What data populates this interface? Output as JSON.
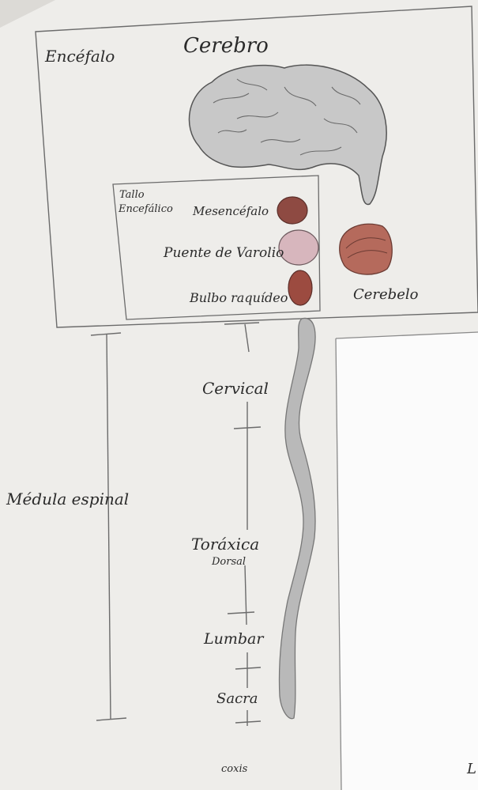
{
  "labels": {
    "encefalo": "Encéfalo",
    "cerebro": "Cerebro",
    "tallo_line1": "Tallo",
    "tallo_line2": "Encefálico",
    "mesencefalo": "Mesencéfalo",
    "puente": "Puente de Varolio",
    "bulbo": "Bulbo raquídeo",
    "cerebelo": "Cerebelo",
    "medula": "Médula espinal",
    "cervical": "Cervical",
    "toraxica": "Toráxica",
    "dorsal": "Dorsal",
    "lumbar": "Lumbar",
    "sacra": "Sacra",
    "coxis": "coxis",
    "corner_mark": "L"
  },
  "colors": {
    "paper": "#f1f0ee",
    "pencil": "#6b6b6b",
    "brain_fill": "#c8c8c8",
    "mesencefalo_fill": "#8e4a42",
    "puente_fill": "#d7b6bd",
    "bulbo_fill": "#9c4b40",
    "cerebelo_fill": "#b56a5c",
    "spinal_cord_fill": "#b9b9b9"
  }
}
